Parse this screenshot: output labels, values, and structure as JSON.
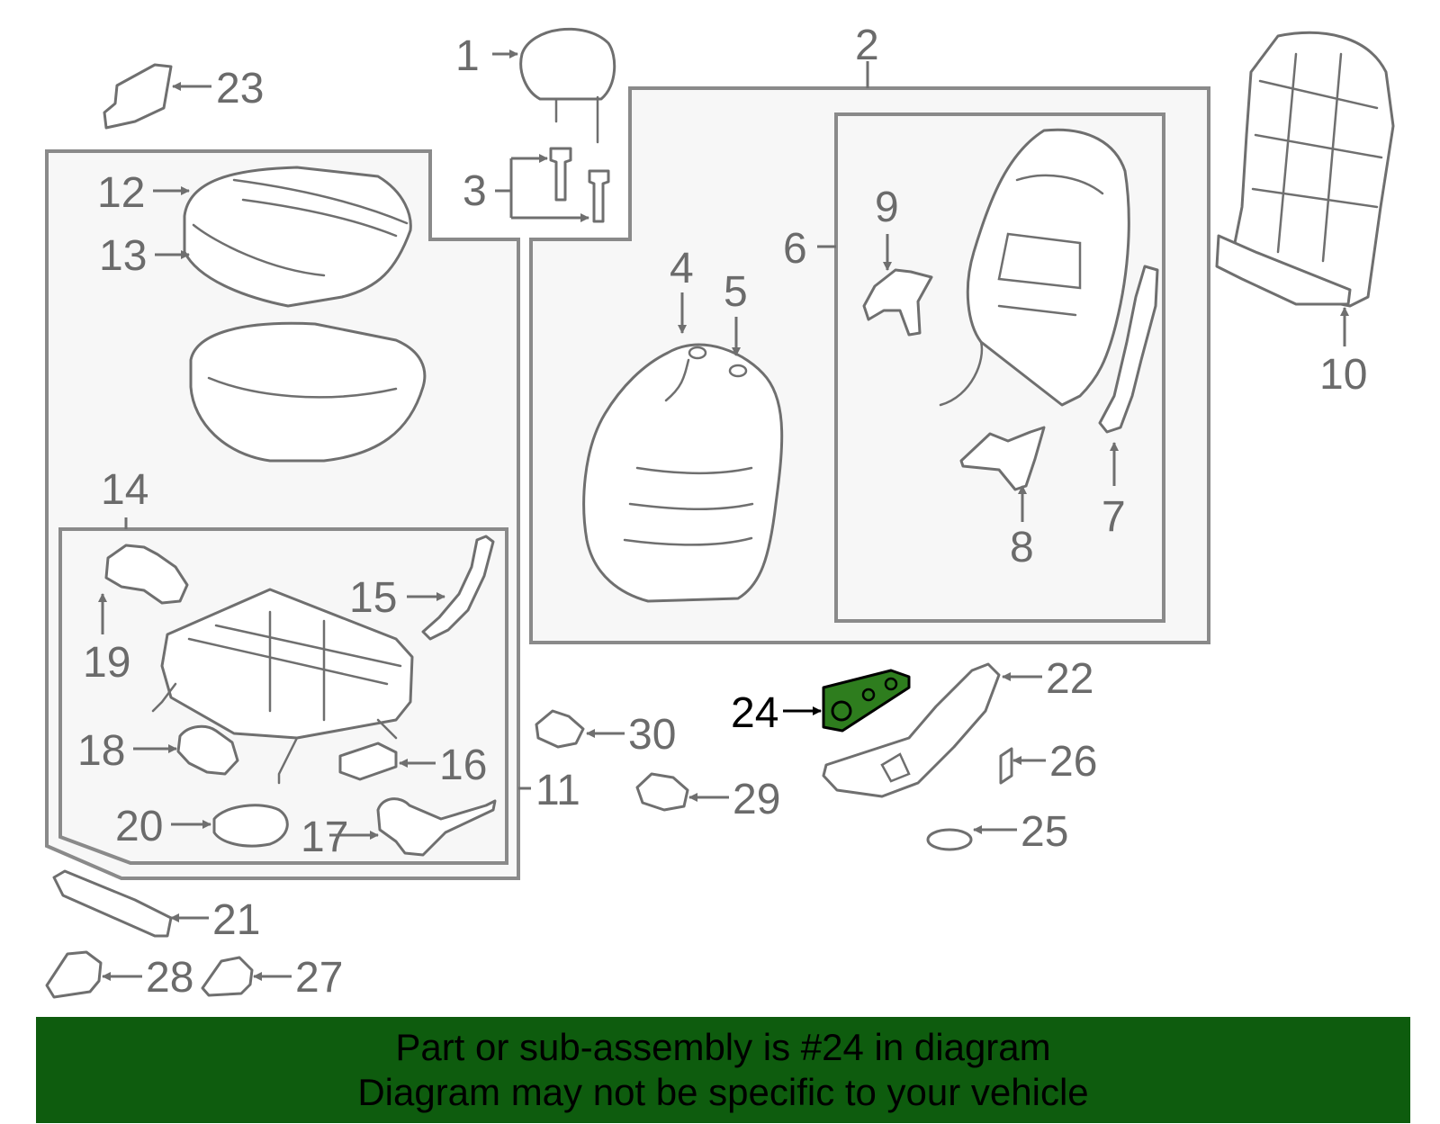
{
  "diagram": {
    "callouts": [
      "1",
      "2",
      "3",
      "4",
      "5",
      "6",
      "7",
      "8",
      "9",
      "10",
      "11",
      "12",
      "13",
      "14",
      "15",
      "16",
      "17",
      "18",
      "19",
      "20",
      "21",
      "22",
      "23",
      "24",
      "25",
      "26",
      "27",
      "28",
      "29",
      "30"
    ],
    "highlighted_part": "24",
    "highlight_color": "#2e7d1e"
  },
  "banner": {
    "line1": "Part or sub-assembly is #24 in diagram",
    "line2": "Diagram may not be specific to your vehicle",
    "background": "#0e5c0e"
  }
}
